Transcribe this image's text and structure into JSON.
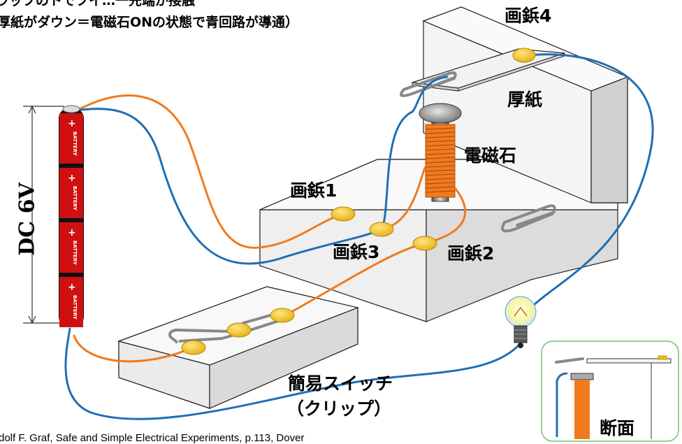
{
  "caption": {
    "line1": "ラッブのトでフイ…一先端が接触",
    "line2": "厚紙がダウン＝電磁石ONの状態で青回路が導通）"
  },
  "labels": {
    "tack4": "画鋲4",
    "cardboard": "厚紙",
    "electromagnet": "電磁石",
    "tack1": "画鋲1",
    "tack3": "画鋲3",
    "tack2": "画鋲2",
    "switch_line1": "簡易スイッチ",
    "switch_line2": "（クリップ）",
    "cross_section": "断面",
    "voltage": "DC 6V"
  },
  "battery": {
    "cell_label": "BATTERY",
    "cell_sign": "+",
    "cell_count": 4
  },
  "citation": "dolf F. Graf, Safe and Simple Electrical Experiments, p.113, Dover",
  "colors": {
    "blue_wire": "#1f6fb5",
    "orange_wire": "#f07a1e",
    "tack_gold": "#f5c000",
    "battery_red": "#d01010",
    "battery_black": "#111111",
    "coil_orange": "#f07a1e",
    "inset_border": "#6ec46e"
  }
}
